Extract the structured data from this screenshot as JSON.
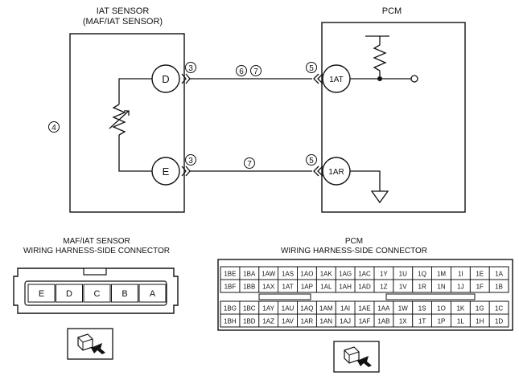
{
  "iat_sensor": {
    "title_line1": "IAT SENSOR",
    "title_line2": "(MAF/IAT SENSOR)",
    "terminal_d": "D",
    "terminal_e": "E",
    "callout_4": "4"
  },
  "pcm": {
    "title": "PCM",
    "terminal_1at": "1AT",
    "terminal_1ar": "1AR"
  },
  "wiring": {
    "callout_3": "3",
    "callout_5": "5",
    "callout_6": "6",
    "callout_7": "7"
  },
  "maf_connector": {
    "title_line1": "MAF/IAT SENSOR",
    "title_line2": "WIRING HARNESS-SIDE CONNECTOR",
    "pins": [
      "E",
      "D",
      "C",
      "B",
      "A"
    ]
  },
  "pcm_connector": {
    "title_line1": "PCM",
    "title_line2": "WIRING HARNESS-SIDE CONNECTOR",
    "top_rows": [
      [
        "1BE",
        "1BA",
        "1AW",
        "1AS",
        "1AO",
        "1AK",
        "1AG",
        "1AC",
        "1Y",
        "1U",
        "1Q",
        "1M",
        "1I",
        "1E",
        "1A"
      ],
      [
        "1BF",
        "1BB",
        "1AX",
        "1AT",
        "1AP",
        "1AL",
        "1AH",
        "1AD",
        "1Z",
        "1V",
        "1R",
        "1N",
        "1J",
        "1F",
        "1B"
      ]
    ],
    "bottom_rows": [
      [
        "1BG",
        "1BC",
        "1AY",
        "1AU",
        "1AQ",
        "1AM",
        "1AI",
        "1AE",
        "1AA",
        "1W",
        "1S",
        "1O",
        "1K",
        "1G",
        "1C"
      ],
      [
        "1BH",
        "1BD",
        "1AZ",
        "1AV",
        "1AR",
        "1AN",
        "1AJ",
        "1AF",
        "1AB",
        "1X",
        "1T",
        "1P",
        "1L",
        "1H",
        "1D"
      ]
    ]
  }
}
